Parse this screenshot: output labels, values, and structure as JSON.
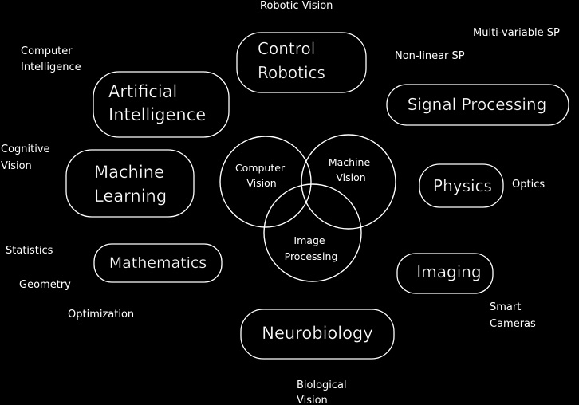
{
  "center": {
    "computer_vision": [
      "Computer",
      "Vision"
    ],
    "machine_vision": [
      "Machine",
      "Vision"
    ],
    "image_processing": [
      "Image",
      "Processing"
    ]
  },
  "fields": {
    "control_robotics": [
      "Control",
      "Robotics"
    ],
    "artificial_intelligence": [
      "Artificial",
      "Intelligence"
    ],
    "signal_processing": [
      "Signal Processing"
    ],
    "machine_learning": [
      "Machine",
      "Learning"
    ],
    "physics": [
      "Physics"
    ],
    "mathematics": [
      "Mathematics"
    ],
    "imaging": [
      "Imaging"
    ],
    "neurobiology": [
      "Neurobiology"
    ]
  },
  "related_topics": {
    "robotic_vision": [
      "Robotic Vision"
    ],
    "multi_variable_sp": [
      "Multi-variable SP"
    ],
    "non_linear_sp": [
      "Non-linear SP"
    ],
    "computer_intelligence": [
      "Computer",
      "Intelligence"
    ],
    "cognitive_vision": [
      "Cognitive",
      "Vision"
    ],
    "optics": [
      "Optics"
    ],
    "statistics": [
      "Statistics"
    ],
    "geometry": [
      "Geometry"
    ],
    "optimization": [
      "Optimization"
    ],
    "smart_cameras": [
      "Smart",
      "Cameras"
    ],
    "biological_vision": [
      "Biological",
      "Vision"
    ]
  }
}
